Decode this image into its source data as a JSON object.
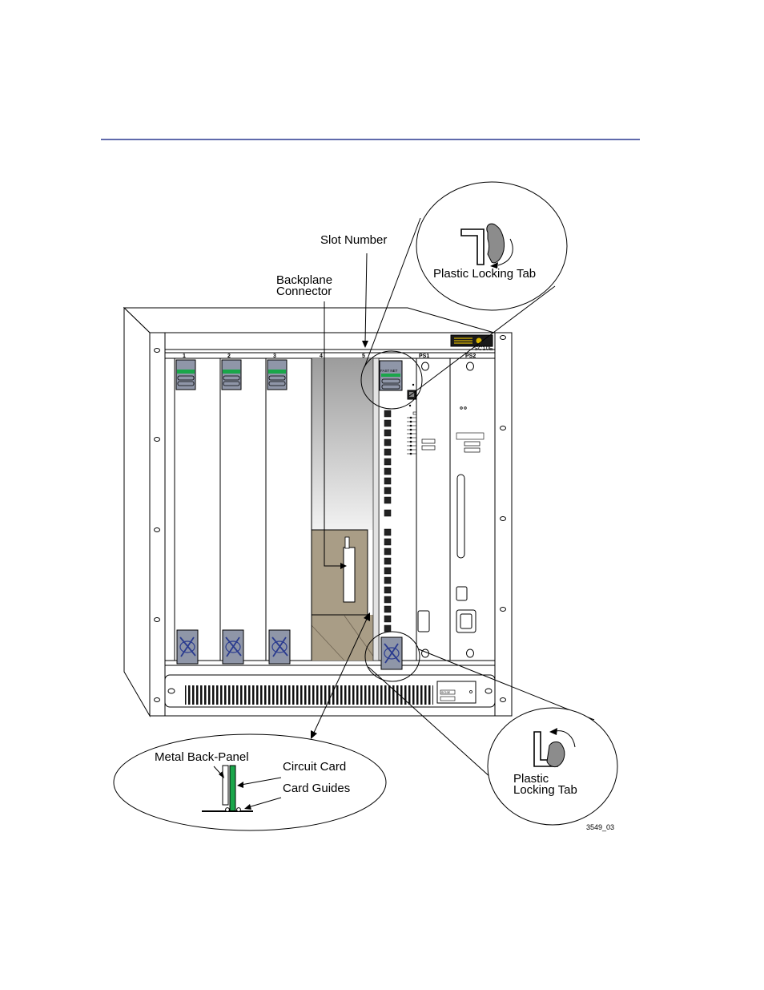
{
  "labels": {
    "slot_number": "Slot Number",
    "backplane_line1": "Backplane",
    "backplane_line2": "Connector",
    "plastic_locking_tab_top": "Plastic Locking Tab",
    "metal_back_panel": "Metal Back-Panel",
    "circuit_card": "Circuit Card",
    "card_guides": "Card Guides",
    "plastic_line1": "Plastic",
    "plastic_line2": "Locking Tab",
    "figure_id": "3549_03"
  },
  "chassis": {
    "model": "SC10E",
    "power_supply_labels": [
      "PS1",
      "PS2"
    ],
    "slot_labels": [
      "1",
      "2",
      "3",
      "4",
      "5"
    ],
    "badge_small": "SC10E",
    "module_tag": "FAST NET"
  },
  "colors": {
    "rule": "#2b3990",
    "card_green": "#1aa64a",
    "latch_gray": "#8f96a8",
    "logo_blue": "#2a3b8f",
    "slot_tan": "#a99d86",
    "panel_gray": "#d4d4d4",
    "hand_gray": "#8c8c8c"
  }
}
